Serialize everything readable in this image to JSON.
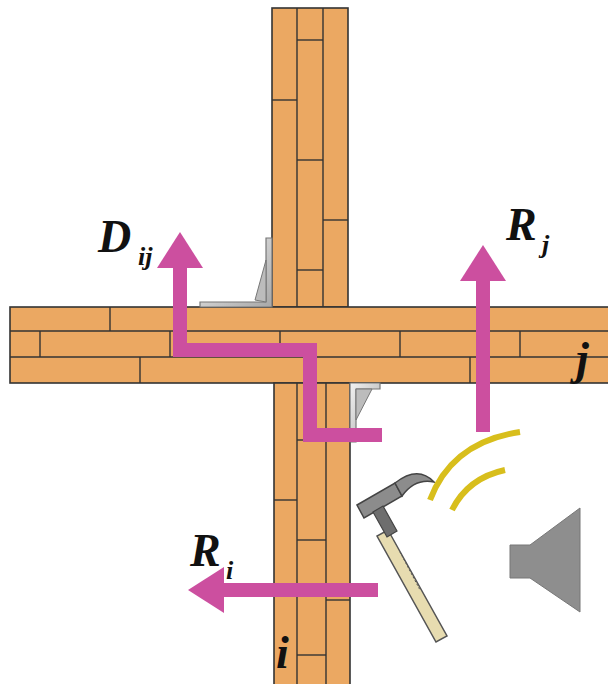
{
  "diagram": {
    "labels": [
      "D",
      "ij",
      "R",
      "j",
      "R",
      "i",
      "j",
      "i"
    ]
  }
}
